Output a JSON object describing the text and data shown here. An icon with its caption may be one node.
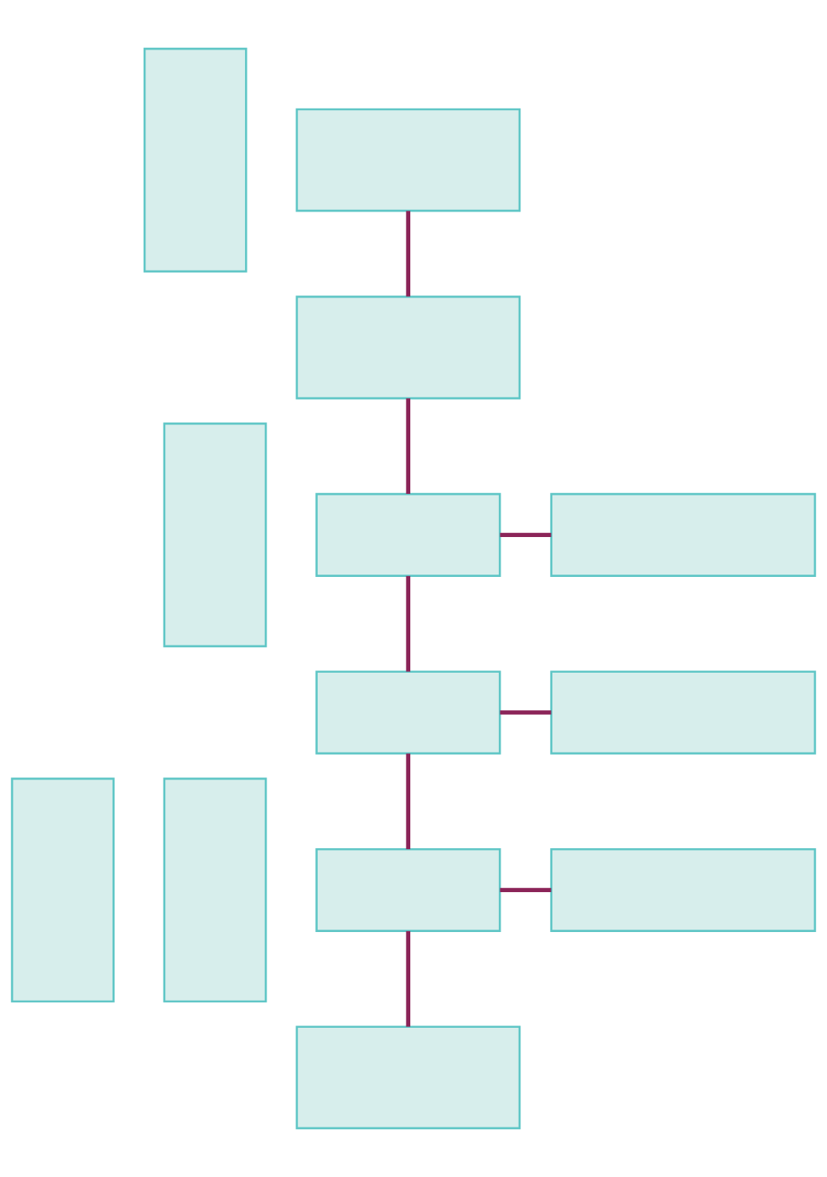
{
  "diagram": {
    "nodes": [
      {
        "text": [],
        "shape": "box"
      },
      {
        "text": [],
        "shape": "box"
      },
      {
        "text": [],
        "shape": "box"
      },
      {
        "text": [],
        "shape": "box"
      },
      {
        "text": [],
        "shape": "box"
      },
      {
        "text": [],
        "shape": "box"
      },
      {
        "text": [],
        "shape": "box"
      },
      {
        "text": [],
        "shape": "box"
      },
      {
        "text": [],
        "shape": "box"
      },
      {
        "text": [],
        "shape": "box"
      },
      {
        "text": [],
        "shape": "box"
      },
      {
        "text": [],
        "shape": "box"
      },
      {
        "text": [],
        "shape": "box"
      }
    ],
    "edges": [
      {
        "from": 4,
        "to": 5,
        "arrow": "none"
      },
      {
        "from": 5,
        "to": 6,
        "arrow": "none"
      },
      {
        "from": 6,
        "to": 7,
        "arrow": "none"
      },
      {
        "from": 7,
        "to": 8,
        "arrow": "none"
      },
      {
        "from": 8,
        "to": 9,
        "arrow": "none"
      },
      {
        "from": 6,
        "to": 10,
        "arrow": "none"
      },
      {
        "from": 7,
        "to": 11,
        "arrow": "none"
      },
      {
        "from": 8,
        "to": 12,
        "arrow": "none"
      }
    ]
  }
}
